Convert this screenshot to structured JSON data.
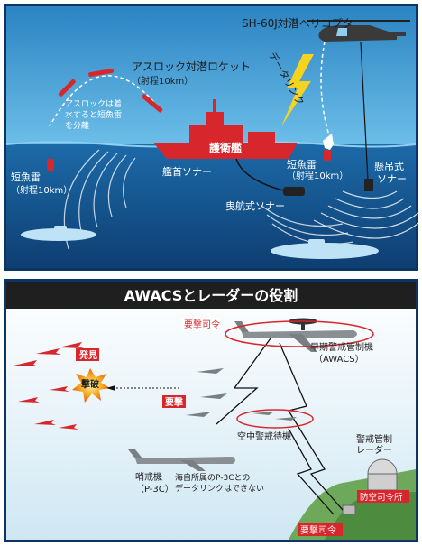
{
  "panel1": {
    "helicopter_label": "SH-60J対潜ヘリコプター",
    "datalink_label": "データリンク",
    "asroc_label": "アスロック対潜ロケット",
    "asroc_range": "（射程10km）",
    "asroc_note_lines": [
      "アスロックは着",
      "水すると短魚雷",
      "を分離"
    ],
    "escort_label": "護衛艦",
    "bow_sonar_label": "艦首ソナー",
    "short_torpedo_left_label": "短魚雷",
    "short_torpedo_left_range": "（射程10km）",
    "short_torpedo_right_label": "短魚雷",
    "short_torpedo_right_range": "（射程10km）",
    "towed_sonar_label": "曳航式ソナー",
    "dipping_sonar_lines": [
      "懸吊式",
      "ソナー"
    ]
  },
  "panel2": {
    "title": "AWACSとレーダーの役割",
    "intercept_order_top": "要撃司令",
    "awacs_label": "早期警戒管制機",
    "awacs_sub": "（AWACS）",
    "detect_label": "発見",
    "destroy_label": "撃破",
    "intercept_label": "要撃",
    "cap_label": "空中警戒待機",
    "radar_label_lines": [
      "警戒管制",
      "レーダー"
    ],
    "air_defense_label": "防空司令所",
    "patrol_label": "哨戒機",
    "patrol_sub": "（P-3C）",
    "patrol_note_lines": [
      "海自所属のP-3Cとの",
      "データリンクはできない"
    ],
    "intercept_order_bottom": "要撃司令"
  },
  "colors": {
    "sky_top": "#2d8fc9",
    "sea": "#1a5f9e",
    "red_accent": "#d7262c",
    "title_bar": "#1f1f1f",
    "lightning": "#f5d31f"
  }
}
